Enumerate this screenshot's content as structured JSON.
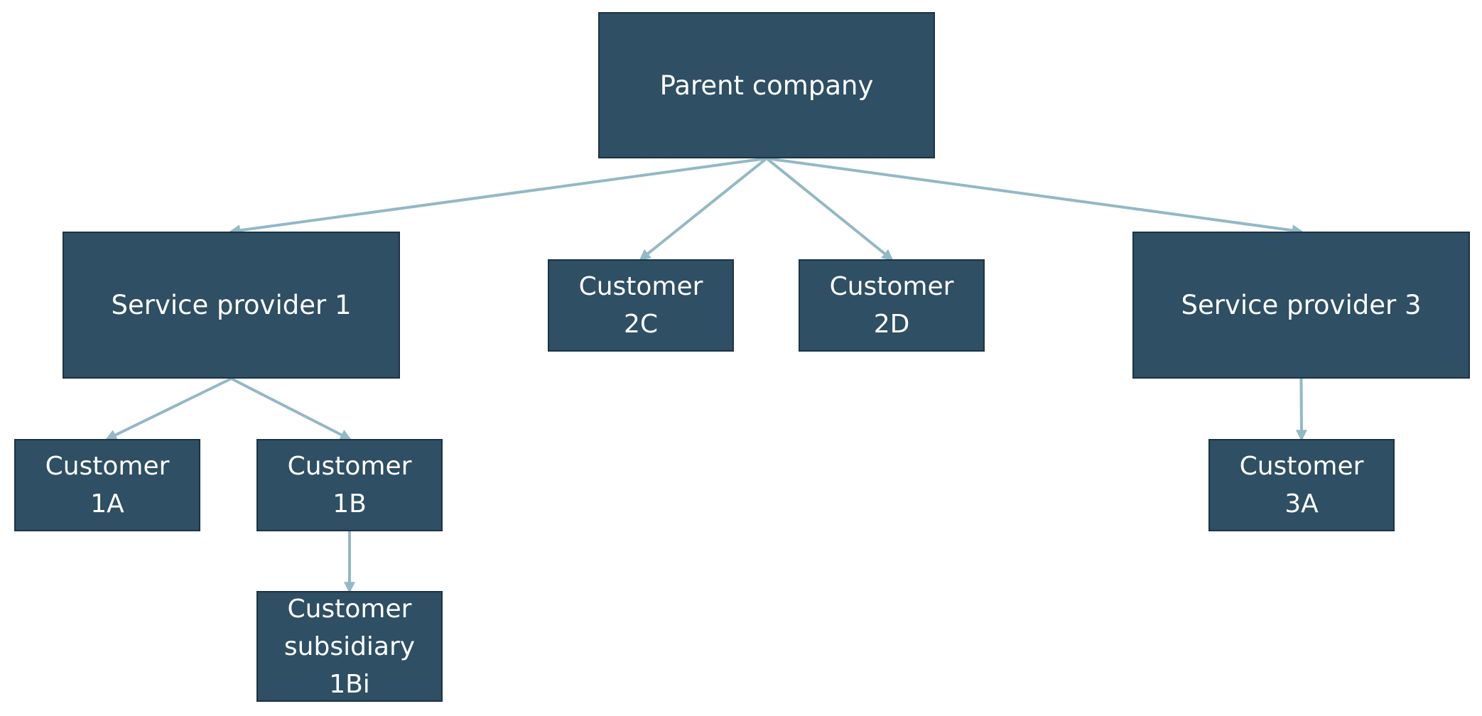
{
  "diagram": {
    "colors": {
      "box_fill": "#2e4f64",
      "box_border": "#1c3344",
      "text": "#ffffff",
      "arrow": "#93b8c6",
      "background": "#ffffff"
    },
    "nodes": {
      "parent": {
        "label": "Parent company"
      },
      "sp1": {
        "label": "Service provider 1"
      },
      "c2c": {
        "label": "Customer\n2C"
      },
      "c2d": {
        "label": "Customer\n2D"
      },
      "sp3": {
        "label": "Service provider 3"
      },
      "c1a": {
        "label": "Customer\n1A"
      },
      "c1b": {
        "label": "Customer\n1B"
      },
      "c1bi": {
        "label": "Customer\nsubsidiary\n1Bi"
      },
      "c3a": {
        "label": "Customer\n3A"
      }
    },
    "edges": [
      {
        "from": "parent",
        "to": "sp1"
      },
      {
        "from": "parent",
        "to": "c2c"
      },
      {
        "from": "parent",
        "to": "c2d"
      },
      {
        "from": "parent",
        "to": "sp3"
      },
      {
        "from": "sp1",
        "to": "c1a"
      },
      {
        "from": "sp1",
        "to": "c1b"
      },
      {
        "from": "c1b",
        "to": "c1bi"
      },
      {
        "from": "sp3",
        "to": "c3a"
      }
    ]
  }
}
